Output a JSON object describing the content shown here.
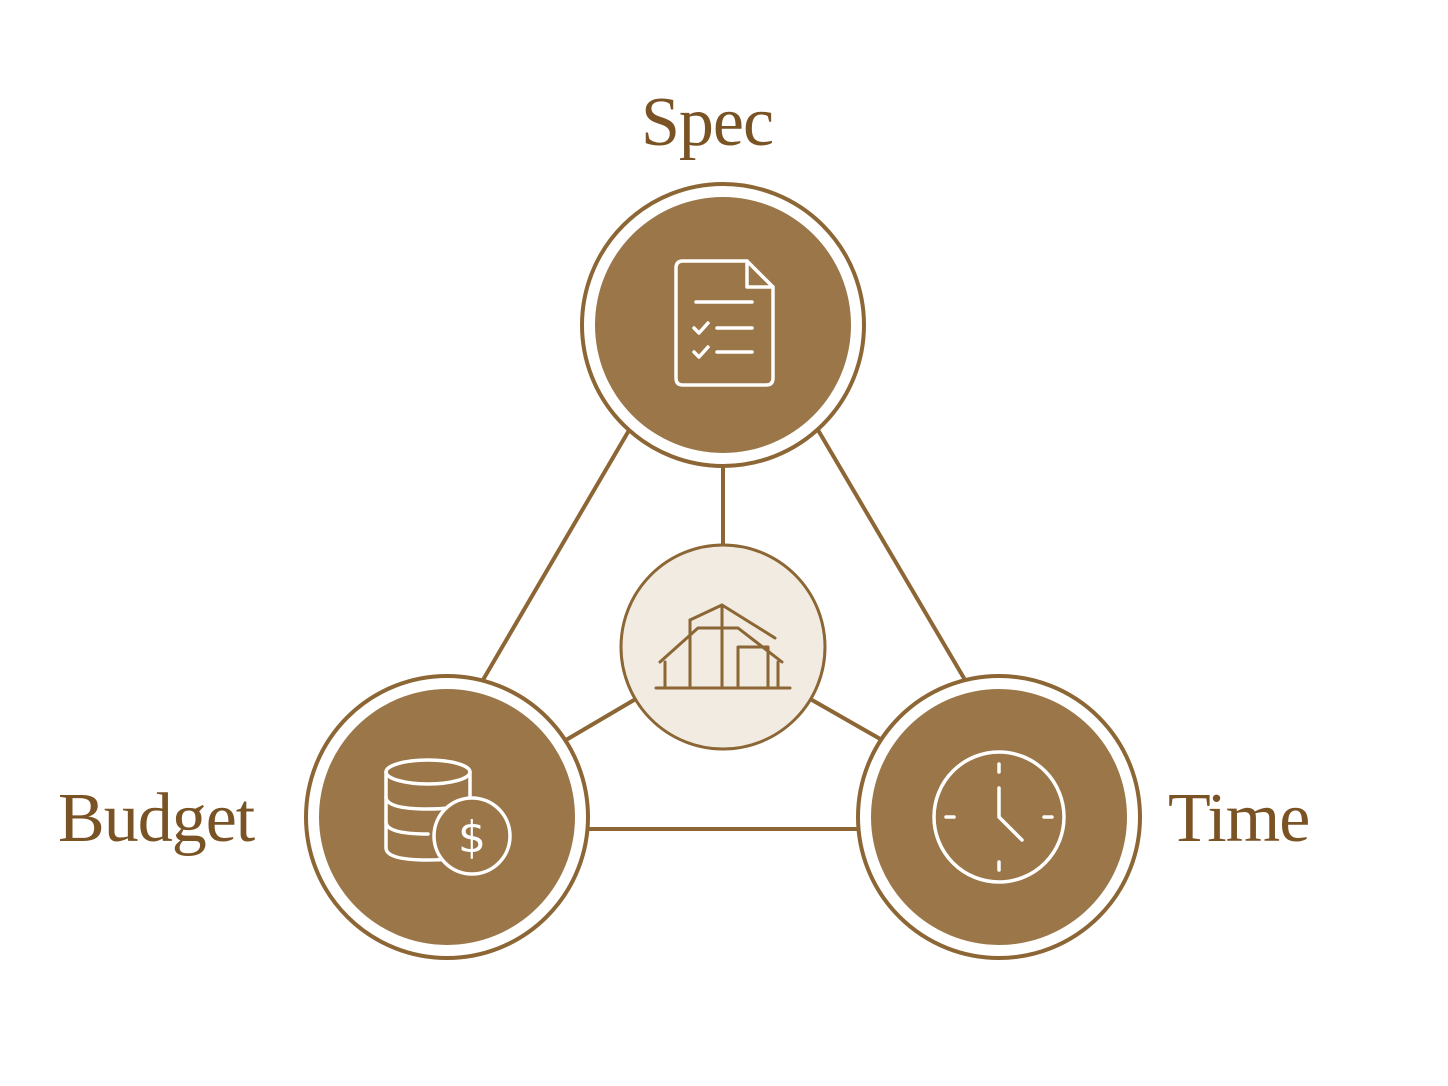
{
  "colors": {
    "brand_brown": "#9a7648",
    "outline_brown": "#8c6634",
    "label_brown": "#7a5325",
    "center_fill": "#f1ebe2",
    "icon_white": "#ffffff"
  },
  "nodes": {
    "spec": {
      "label": "Spec",
      "icon": "document-checklist-icon"
    },
    "budget": {
      "label": "Budget",
      "icon": "coins-dollar-icon"
    },
    "time": {
      "label": "Time",
      "icon": "clock-icon"
    },
    "center": {
      "icon": "building-icon"
    }
  }
}
